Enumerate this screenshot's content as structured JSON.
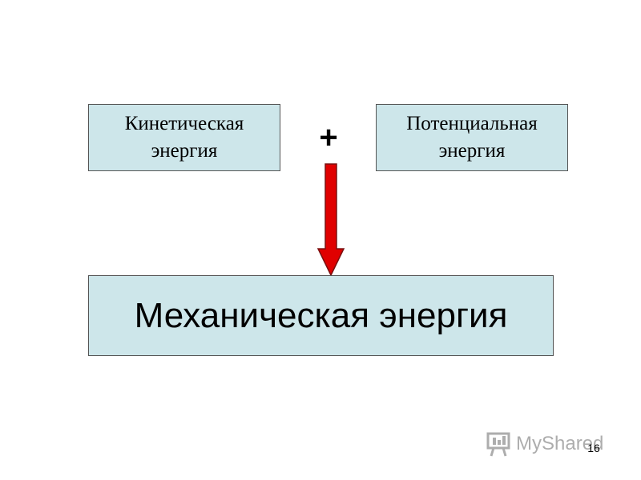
{
  "diagram": {
    "kinetic_label": "Кинетическая\nэнергия",
    "potential_label": "Потенциальная\nэнергия",
    "operator": "+",
    "result_label": "Механическая энергия"
  },
  "watermark": {
    "text": "MyShared",
    "icon": "presentation-board-icon"
  },
  "page_number": "16",
  "colors": {
    "box_fill": "#cde6ea",
    "box_border": "#555555",
    "arrow": "#e00000",
    "text": "#000000"
  }
}
